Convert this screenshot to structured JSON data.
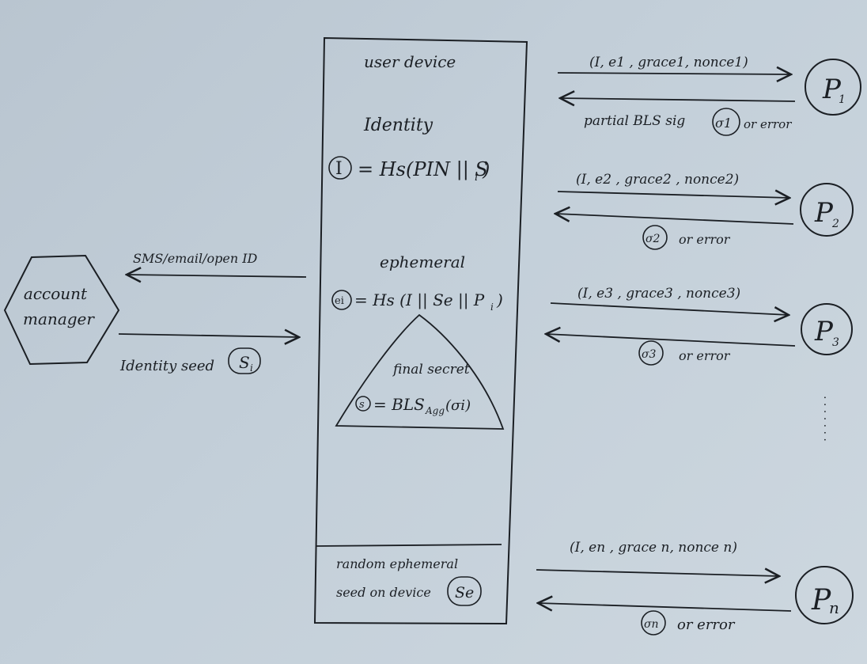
{
  "account_manager": {
    "line1": "account",
    "line2": "manager"
  },
  "channel": {
    "top_label": "SMS/email/open ID",
    "bottom_label": "Identity seed",
    "seed_symbol": "S",
    "seed_sub": "i"
  },
  "device": {
    "title": "user device",
    "identity_label": "Identity",
    "identity_symbol": "I",
    "identity_formula": "= Hs(PIN || S",
    "identity_formula_sub": "i",
    "identity_formula_end": ")",
    "ephemeral_label": "ephemeral",
    "ephemeral_symbol": "ei",
    "ephemeral_formula": "= Hs (I || Se || P",
    "ephemeral_formula_sub": "i",
    "ephemeral_formula_end": ")",
    "final_label": "final secret",
    "final_symbol": "s",
    "final_formula": "= BLS",
    "final_formula_sub": "Agg",
    "final_formula_end": "(σi)",
    "random_line1": "random ephemeral",
    "random_line2": "seed on device",
    "random_symbol": "Se"
  },
  "parties": [
    {
      "symbol": "P",
      "sub": "1",
      "request": "(I, e1 , grace1, nonce1)",
      "resp_prefix": "partial BLS sig",
      "resp_symbol": "σ1",
      "resp_suffix": "or error"
    },
    {
      "symbol": "P",
      "sub": "2",
      "request": "(I, e2 , grace2 , nonce2)",
      "resp_prefix": "",
      "resp_symbol": "σ2",
      "resp_suffix": "or error"
    },
    {
      "symbol": "P",
      "sub": "3",
      "request": "(I, e3 , grace3 , nonce3)",
      "resp_prefix": "",
      "resp_symbol": "σ3",
      "resp_suffix": "or error"
    },
    {
      "symbol": "P",
      "sub": "n",
      "request": "(I, en , grace n, nonce n)",
      "resp_prefix": "",
      "resp_symbol": "σn",
      "resp_suffix": "or error"
    }
  ],
  "ellipsis_dots": ". . . . . . ."
}
